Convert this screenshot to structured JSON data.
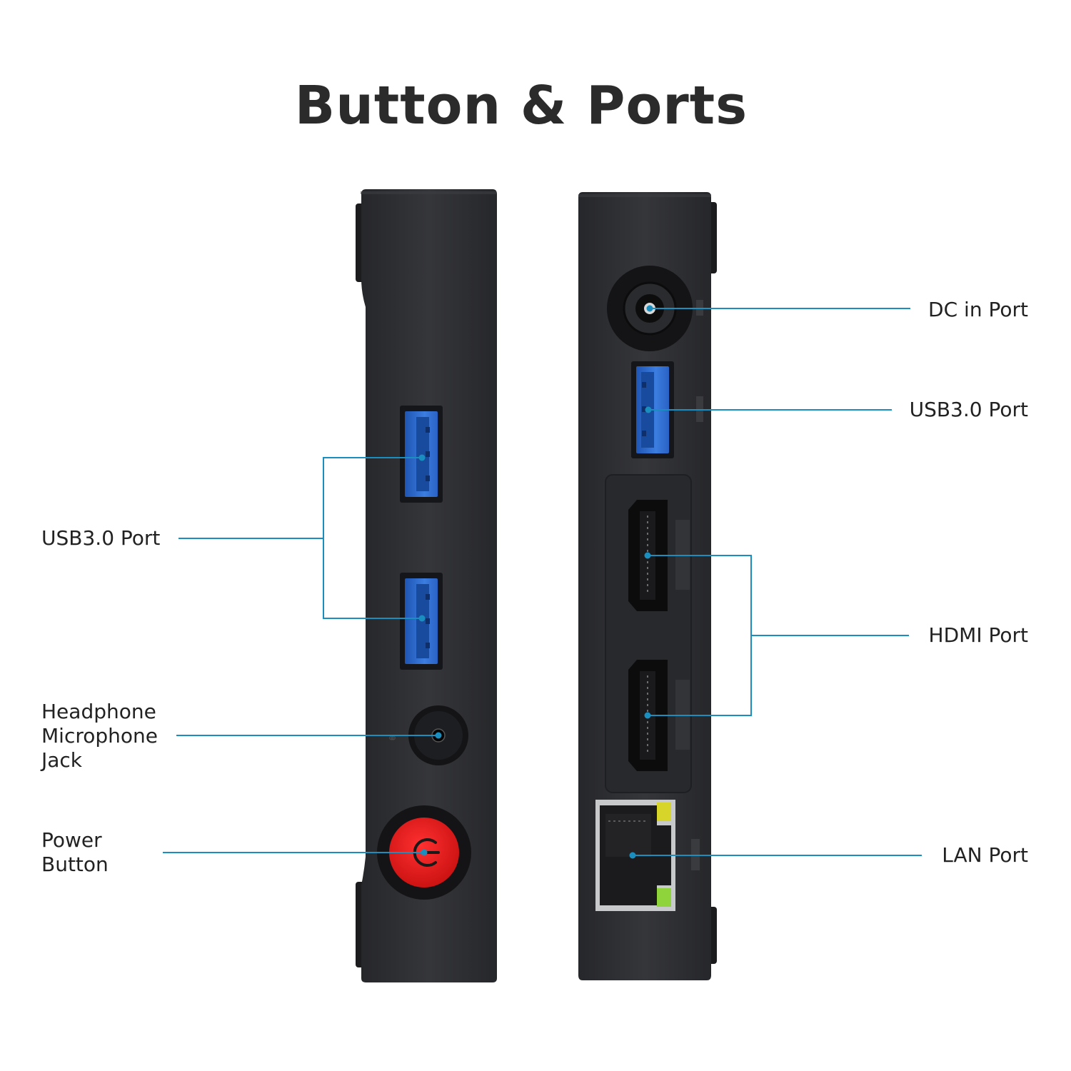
{
  "title": "Button & Ports",
  "colors": {
    "leader_line": "#1a8fbf",
    "device_body": "#2c2d30",
    "usb_blue": "#2f6fd1",
    "power_red": "#e0191b"
  },
  "left_labels": {
    "usb": "USB3.0 Port",
    "headphone": [
      "Headphone",
      "Microphone",
      "Jack"
    ],
    "power": [
      "Power",
      "Button"
    ]
  },
  "right_labels": {
    "dc": "DC in Port",
    "usb": "USB3.0 Port",
    "hdmi": "HDMI Port",
    "lan": "LAN Port"
  }
}
